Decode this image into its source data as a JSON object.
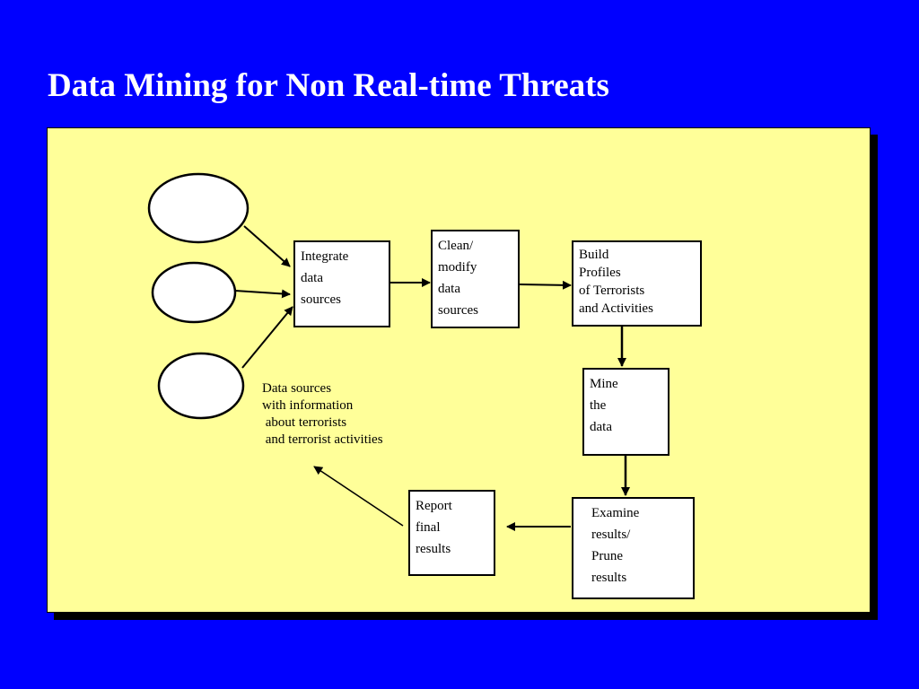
{
  "title": "Data Mining for Non Real-time Threats",
  "nodes": {
    "integrate": [
      "Integrate",
      "data",
      "sources"
    ],
    "clean": [
      "Clean/",
      "modify",
      "data",
      "sources"
    ],
    "build": [
      "Build",
      "Profiles",
      "of Terrorists",
      "and Activities"
    ],
    "mine": [
      "Mine",
      "the",
      "data"
    ],
    "examine": [
      "Examine",
      "results/",
      "Prune",
      "results"
    ],
    "report": [
      "Report",
      "final",
      "results"
    ]
  },
  "sources_label": [
    "Data sources",
    "with information",
    " about terrorists",
    " and terrorist activities"
  ],
  "colors": {
    "background": "#0000ff",
    "title": "#ffffff",
    "panel": "#ffff99",
    "shadow": "#000000",
    "box": "#ffffff",
    "line": "#000000"
  }
}
